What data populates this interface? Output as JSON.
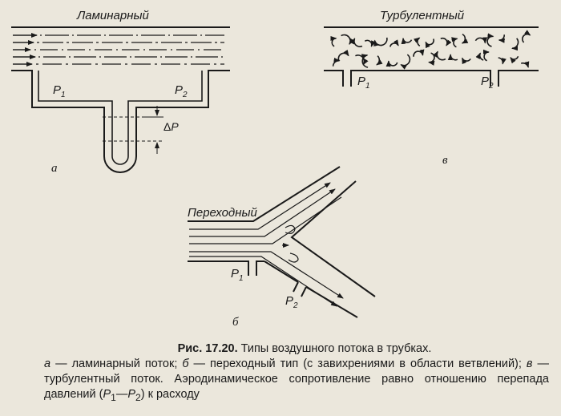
{
  "figure": {
    "panel_a": {
      "title": "Ламинарный",
      "letter": "а",
      "p1": "P",
      "p1_sub": "1",
      "p2": "P",
      "p2_sub": "2",
      "delta": "Δ",
      "delta_p": "P"
    },
    "panel_b": {
      "title": "Переходный",
      "letter": "б",
      "p1": "P",
      "p1_sub": "1",
      "p2": "P",
      "p2_sub": "2"
    },
    "panel_v": {
      "title": "Турбулентный",
      "letter": "в",
      "p1": "P",
      "p1_sub": "1",
      "p2": "P",
      "p2_sub": "2"
    }
  },
  "caption": {
    "label": "Рис. 17.20.",
    "title": "Типы воздушного потока в трубках.",
    "parts": {
      "a_letter": "а",
      "a_text": " — ламинарный поток; ",
      "b_letter": "б",
      "b_text": " — переходный тип (с завихрениями в области ветвлений); ",
      "v_letter": "в",
      "v_text": " — турбулентный поток. Аэродинамическое сопротивление равно отношению перепада давлений (",
      "p1": "P",
      "p1_sub": "1",
      "dash": "—",
      "p2": "P",
      "p2_sub": "2",
      "end": ") к расходу"
    }
  }
}
